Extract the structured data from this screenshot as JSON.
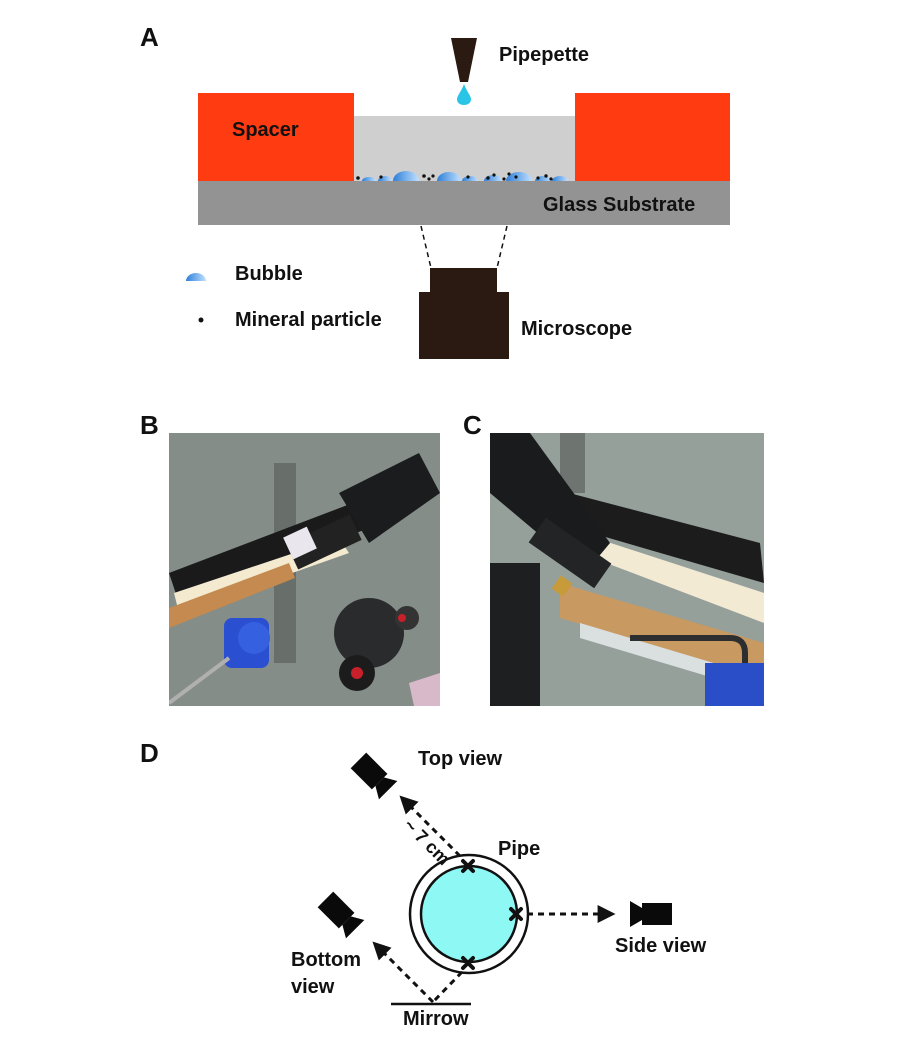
{
  "panels": {
    "A": "A",
    "B": "B",
    "C": "C",
    "D": "D"
  },
  "panel_a": {
    "pipette_label": "Pipepette",
    "spacer_label": "Spacer",
    "substrate_label": "Glass Substrate",
    "microscope_label": "Microscope",
    "legend": {
      "bubble_label": "Bubble",
      "particle_label": "Mineral particle"
    },
    "colors": {
      "spacer": "#ff3b12",
      "liquid": "#cfcfcf",
      "substrate": "#939393",
      "microscope": "#2a1a12",
      "bubble": "#3d8fe0",
      "droplet": "#29c4e6"
    }
  },
  "panel_d": {
    "top_view_label": "Top view",
    "side_view_label": "Side view",
    "bottom_view_label_line1": "Bottom",
    "bottom_view_label_line2": "view",
    "pipe_label": "Pipe",
    "mirror_label": "Mirrow",
    "distance_label": "~ 7 cm",
    "colors": {
      "pipe_fill": "#8ef8f4",
      "camera": "#0a0a0a"
    }
  }
}
